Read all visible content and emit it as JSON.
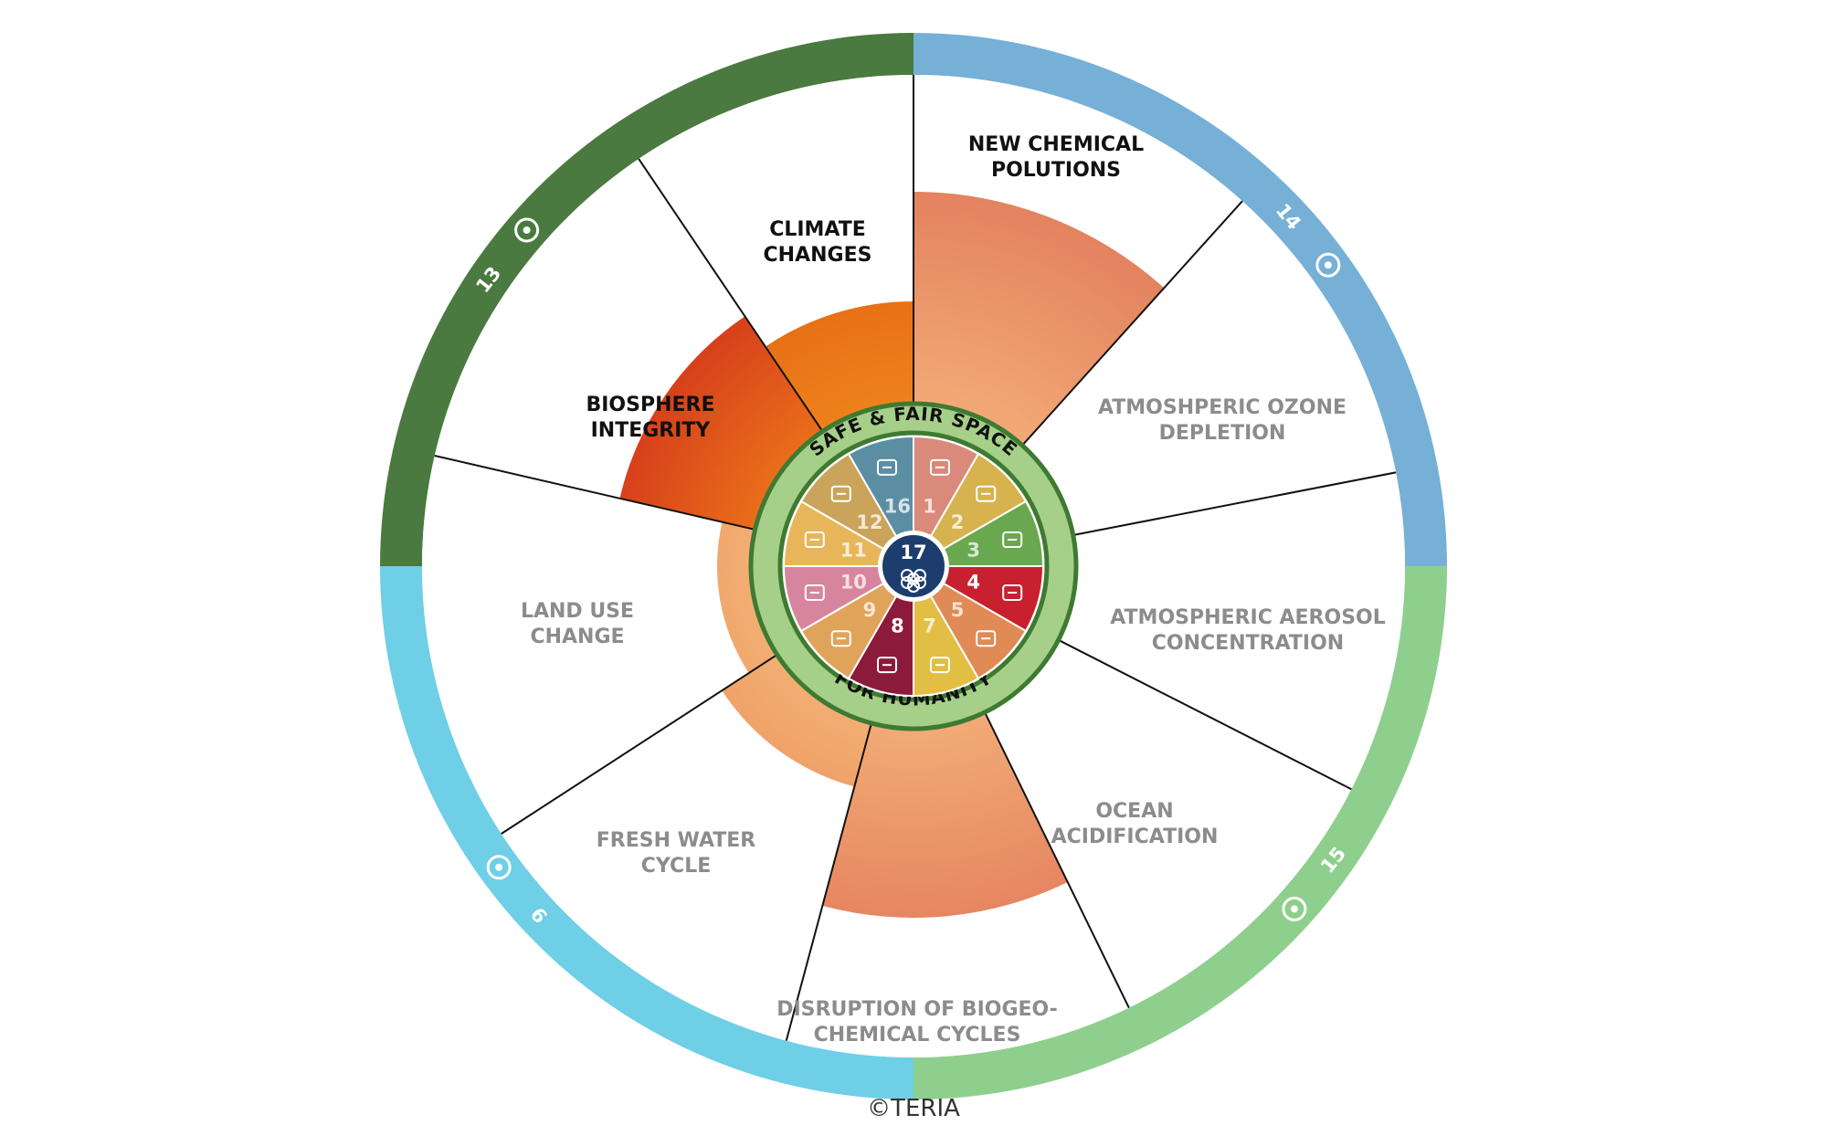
{
  "center": {
    "badge_top": "SAFE & FAIR SPACE",
    "badge_bottom": "FOR HUMANITY",
    "core_number": "17",
    "core_icon": "flower-rings-icon"
  },
  "outer_ring": [
    {
      "number": "13",
      "icon": "globe-eye-icon",
      "color": "#4a7a3f"
    },
    {
      "number": "14",
      "icon": "fish-waves-icon",
      "color": "#76b0d6"
    },
    {
      "number": "15",
      "icon": "tree-bird-icon",
      "color": "#8ecf8e"
    },
    {
      "number": "6",
      "icon": "water-drop-glass-icon",
      "color": "#6ecfe6"
    }
  ],
  "boundaries": [
    {
      "label_lines": [
        "NEW CHEMICAL",
        "POLUTIONS"
      ],
      "text_color": "#111111",
      "fill": "#ee9a68"
    },
    {
      "label_lines": [
        "ATMOSHPERIC OZONE",
        "DEPLETION"
      ],
      "text_color": "#8c8c8c",
      "fill": "none"
    },
    {
      "label_lines": [
        "ATMOSPHERIC AEROSOL",
        "CONCENTRATION"
      ],
      "text_color": "#8c8c8c",
      "fill": "none"
    },
    {
      "label_lines": [
        "OCEAN",
        "ACIDIFICATION"
      ],
      "text_color": "#8c8c8c",
      "fill": "none"
    },
    {
      "label_lines": [
        "DISRUPTION OF BIOGEO-",
        "CHEMICAL CYCLES"
      ],
      "text_color": "#8c8c8c",
      "fill": "#ee9a68"
    },
    {
      "label_lines": [
        "FRESH WATER",
        "CYCLE"
      ],
      "text_color": "#8c8c8c",
      "fill": "#f2a36a"
    },
    {
      "label_lines": [
        "LAND USE",
        "CHANGE"
      ],
      "text_color": "#8c8c8c",
      "fill": "#f3a86c"
    },
    {
      "label_lines": [
        "BIOSPHERE",
        "INTEGRITY"
      ],
      "text_color": "#111111",
      "fill": "#d83a16"
    },
    {
      "label_lines": [
        "CLIMATE",
        "CHANGES"
      ],
      "text_color": "#111111",
      "fill": "#ea6a12"
    }
  ],
  "sdg_segments": [
    {
      "number": "1",
      "icon": "family-icon",
      "color": "#d98a7a"
    },
    {
      "number": "2",
      "icon": "bowl-icon",
      "color": "#d6b34f"
    },
    {
      "number": "3",
      "icon": "heartbeat-icon",
      "color": "#6aa84f"
    },
    {
      "number": "4",
      "icon": "book-icon",
      "color": "#c8202f"
    },
    {
      "number": "5",
      "icon": "gender-icon",
      "color": "#e08a55"
    },
    {
      "number": "7",
      "icon": "sun-icon",
      "color": "#e3be44"
    },
    {
      "number": "8",
      "icon": "growth-chart-icon",
      "color": "#8b1a3b"
    },
    {
      "number": "9",
      "icon": "cubes-icon",
      "color": "#e0a35a"
    },
    {
      "number": "10",
      "icon": "equality-icon",
      "color": "#d7859f"
    },
    {
      "number": "11",
      "icon": "city-icon",
      "color": "#e8b65a"
    },
    {
      "number": "12",
      "icon": "infinity-icon",
      "color": "#c9a45a"
    },
    {
      "number": "16",
      "icon": "dove-icon",
      "color": "#5b8ea3"
    }
  ],
  "copyright": "©TERIA"
}
